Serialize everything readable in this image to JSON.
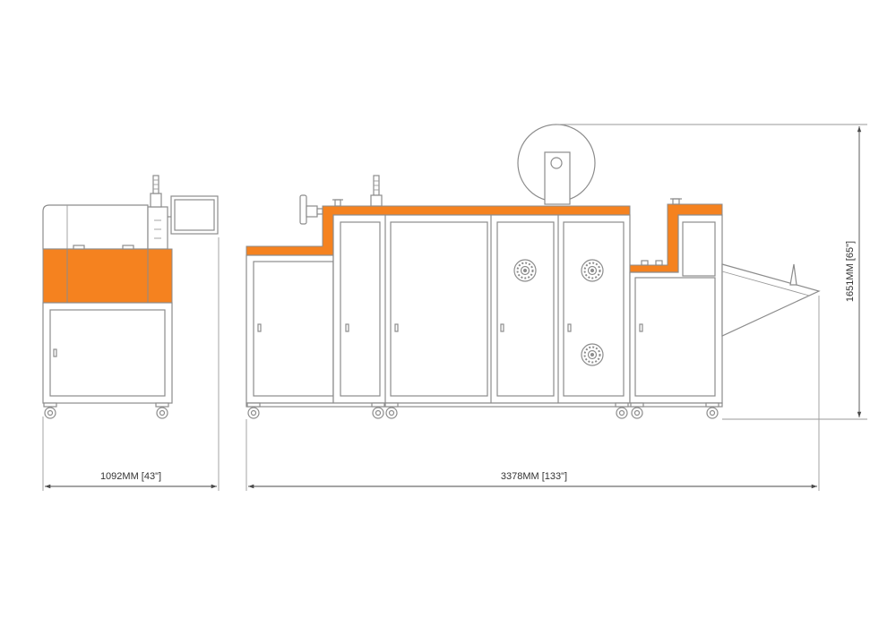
{
  "colors": {
    "accent": "#f5821f",
    "line": "#8c8c8c",
    "dimension": "#4a4a4a"
  },
  "dimensions": {
    "width_side_view": "1092MM [43\"]",
    "width_front_view": "3378MM [133\"]",
    "height_front_view": "1651MM [65\"]"
  }
}
